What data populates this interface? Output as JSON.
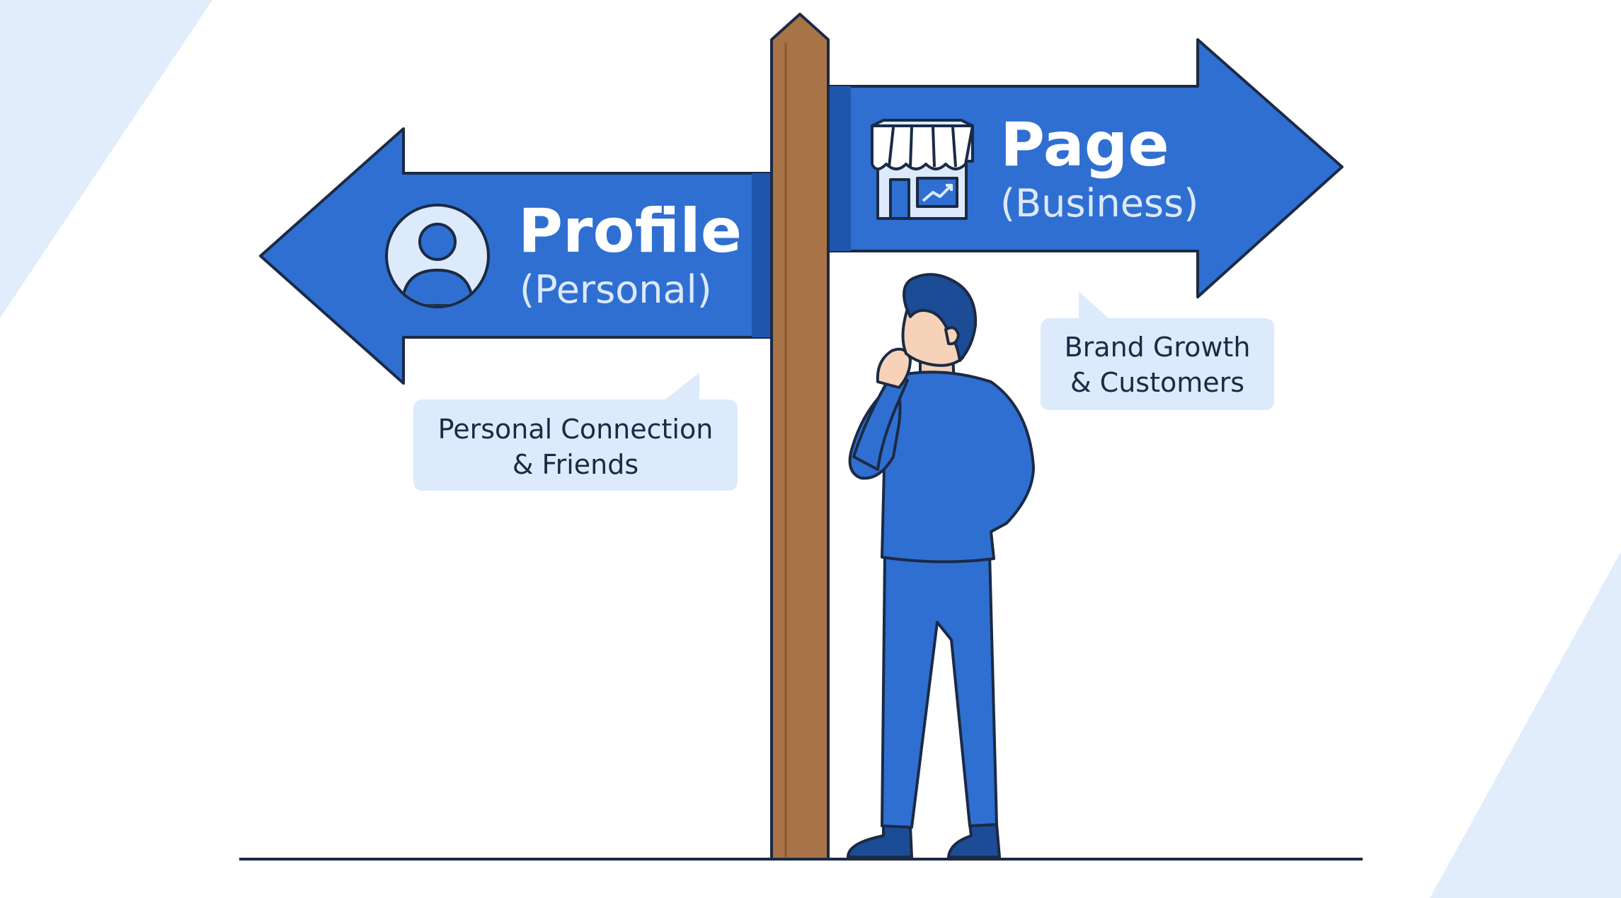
{
  "colors": {
    "background": "#ffffff",
    "background_stripe": "#e1edfb",
    "sign_blue": "#2f6fd1",
    "sign_blue_dark": "#1f56ad",
    "outline": "#1b2a45",
    "post_brown": "#a87447",
    "bubble_fill": "#dceafb",
    "person_blue": "#2f6fd1",
    "skin": "#f6d3b8",
    "hair": "#1c4c96"
  },
  "left_sign": {
    "title": "Profile",
    "subtitle": "(Personal)",
    "icon": "user-avatar-icon"
  },
  "right_sign": {
    "title": "Page",
    "subtitle": "(Business)",
    "icon": "storefront-icon"
  },
  "left_bubble": {
    "line1": "Personal Connection",
    "line2": "& Friends"
  },
  "right_bubble": {
    "line1": "Brand Growth",
    "line2": "& Customers"
  }
}
